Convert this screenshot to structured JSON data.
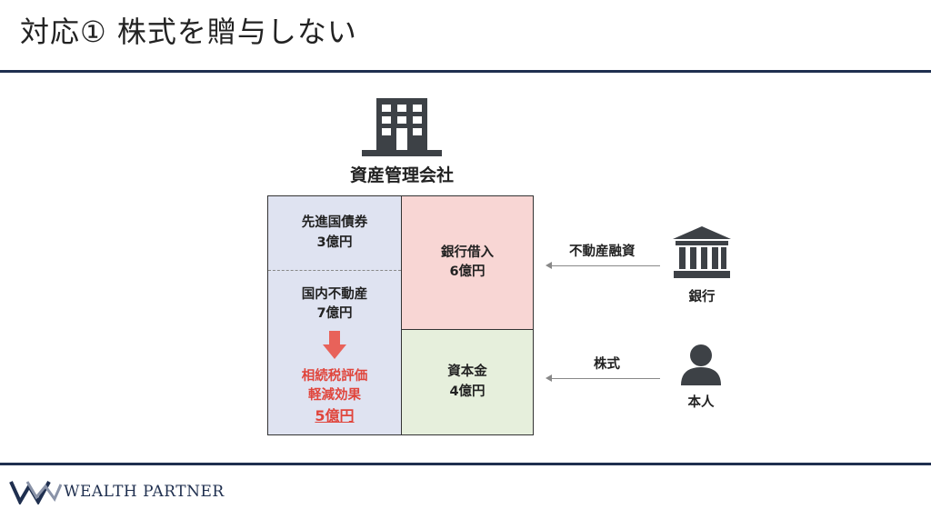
{
  "slide": {
    "title": "対応① 株式を贈与しない"
  },
  "company": {
    "label": "資産管理会社",
    "icon": "building-icon"
  },
  "balance_sheet": {
    "assets": {
      "foreign_bonds": {
        "name": "先進国債券",
        "amount": "3億円"
      },
      "domestic_real_estate": {
        "name": "国内不動産",
        "amount": "7億円"
      },
      "tax_effect": {
        "line1": "相続税評価",
        "line2": "軽減効果",
        "amount": "5億円"
      }
    },
    "liabilities": {
      "bank_loan": {
        "name": "銀行借入",
        "amount": "6億円"
      },
      "capital": {
        "name": "資本金",
        "amount": "4億円"
      }
    }
  },
  "flows": {
    "bank": {
      "arrow_label": "不動産融資",
      "entity": "銀行",
      "icon": "bank-icon"
    },
    "owner": {
      "arrow_label": "株式",
      "entity": "本人",
      "icon": "person-icon"
    }
  },
  "footer": {
    "brand": "WEALTH PARTNER",
    "logo": "wp-logo-icon"
  },
  "colors": {
    "navy": "#1f2f4f",
    "assets_bg": "#dfe3f1",
    "loan_bg": "#f8d6d4",
    "capital_bg": "#e6efdc",
    "accent_red": "#e0453c"
  }
}
